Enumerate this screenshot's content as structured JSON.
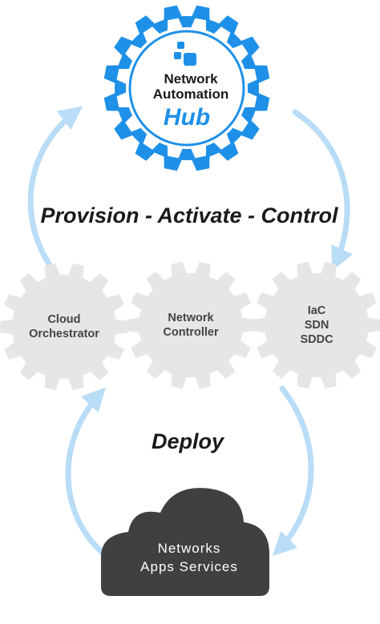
{
  "hub": {
    "line1": "Network",
    "line2": "Automation",
    "line3": "Hub"
  },
  "headline": "Provision - Activate - Control",
  "gears": [
    {
      "lines": [
        "Cloud",
        "Orchestrator"
      ]
    },
    {
      "lines": [
        "Network",
        "Controller"
      ]
    },
    {
      "lines": [
        "IaC",
        "SDN",
        "SDDC"
      ]
    }
  ],
  "deploy_label": "Deploy",
  "cloud": {
    "line1": "Networks",
    "line2": "Apps Services"
  },
  "colors": {
    "accent": "#1e90e8",
    "arrow": "#b9dcf7",
    "gear_fill": "#e6e6e6",
    "gear_text": "#444444",
    "cloud_fill": "#404040",
    "text_dark": "#1a1a1a"
  }
}
